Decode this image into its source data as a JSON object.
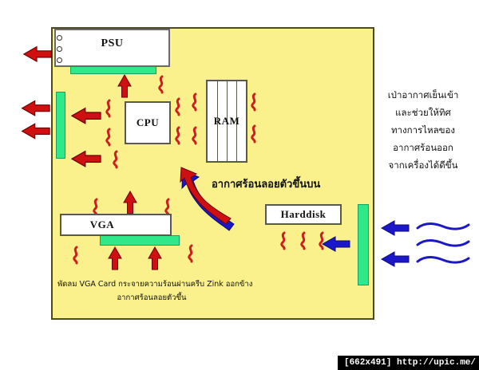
{
  "diagram": {
    "title_watermark": "[662x491] http://upic.me/",
    "components": [
      {
        "id": "psu",
        "label": "PSU"
      },
      {
        "id": "cpu",
        "label": "CPU"
      },
      {
        "id": "ram",
        "label": "RAM"
      },
      {
        "id": "vga",
        "label": "VGA"
      },
      {
        "id": "hdd",
        "label": "Harddisk"
      }
    ],
    "annotations": {
      "center_hot_air": "อากาศร้อนลอยตัวขึ้นบน",
      "side_note_lines": [
        "เป่าอากาศเย็นเข้า",
        "และช่วยให้ทิศ",
        "ทางการไหลของ",
        "อากาศร้อนออก",
        "จากเครื่องได้ดีขึ้น"
      ],
      "bottom_note_line1": "พัดลม VGA Card กระจายความร้อนผ่านครีบ Zink ออกข้าง",
      "bottom_note_line2": "อากาศร้อนลอยตัวขึ้น"
    },
    "colors": {
      "case_fill": "#faf08c",
      "case_border": "#4a4a2a",
      "fan_green": "#2ee88a",
      "hot_arrow_red": "#d01010",
      "cool_arrow_blue": "#1a18c8",
      "component_fill": "#ffffff",
      "watermark_bg": "#000000"
    },
    "legend": {
      "red_arrow_meaning": "hot-air-exhaust",
      "blue_arrow_meaning": "cool-air-intake",
      "green_bar_meaning": "fan-or-vent",
      "squiggle_meaning": "heat-radiating"
    }
  }
}
